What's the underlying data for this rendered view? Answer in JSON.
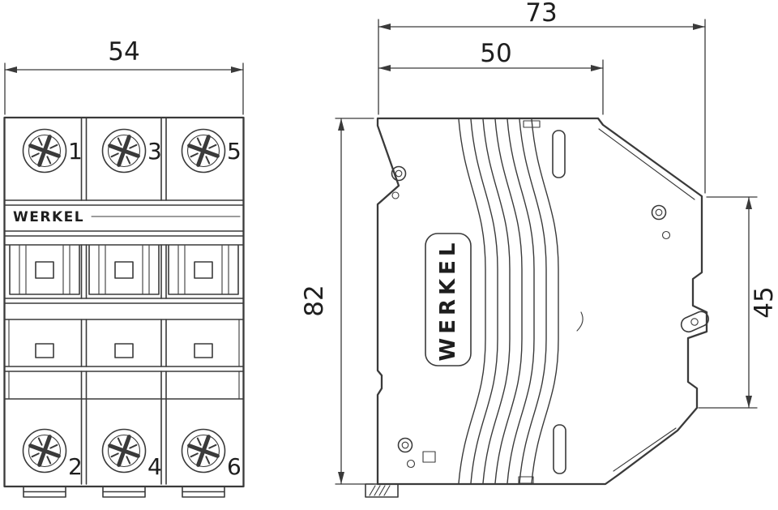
{
  "brand": {
    "front_label": "WERKEL",
    "side_label": "WERKEL"
  },
  "dimensions": {
    "front_width": "54",
    "overall_depth": "73",
    "body_depth": "50",
    "height": "82",
    "mount_height": "45"
  },
  "terminals": {
    "top": [
      "1",
      "3",
      "5"
    ],
    "bottom": [
      "2",
      "4",
      "6"
    ]
  },
  "colors": {
    "line": "#3a3a3a",
    "text": "#1e1e1e",
    "background": "#ffffff"
  }
}
